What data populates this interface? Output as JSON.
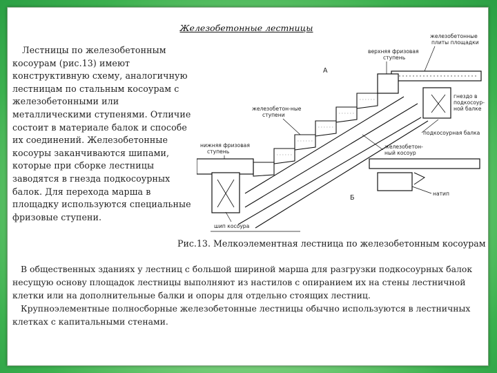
{
  "title": "Железобетонные лестницы",
  "left_paragraph": "Лестницы по железобетонным косоурам (рис.13) имеют конструктивную схему, аналогичную лестницам по стальным косоурам с железобетонными или металлическими ступенями. Отличие состоит в материале балок и способе их соединений. Железобетонные косоуры заканчиваются шипами, которые при сборке лестницы заводятся в гнезда подкосоурных балок. Для перехода марша в площадку используются специальные фризовые ступени.",
  "caption": "Рис.13. Мелкоэлементная лестница по железобетонным косоурам",
  "bottom_paragraphs": [
    "В общественных зданиях у лестниц с большой шириной марша для разгрузки подкосоурных балок несущую основу площадок лестницы выполняют из настилов с опиранием их на стены лестничной клетки или на дополнительные балки и опоры для отдельно стоящих лестниц.",
    "Крупноэлементные полносборные железобетонные лестницы обычно используются в лестничных клетках с капитальными стенами."
  ],
  "diagram_labels": {
    "top_right_1": "железобетонные",
    "top_right_2": "плиты площадки",
    "upper_frieze_1": "верхняя фризовая",
    "upper_frieze_2": "ступень",
    "marker_a": "А",
    "rc_steps_1": "железобетон-ные",
    "rc_steps_2": "ступени",
    "nest_1": "гнездо в",
    "nest_2": "подкосоур-",
    "nest_3": "ной балке",
    "beam": "подкосоурная балка",
    "lower_frieze_1": "нижняя фризовая",
    "lower_frieze_2": "ступень",
    "rc_stringer_1": "железобетон-",
    "rc_stringer_2": "ный косоур",
    "marker_b": "Б",
    "stringer_tenon": "шип косоура",
    "landing_support": "натип"
  }
}
